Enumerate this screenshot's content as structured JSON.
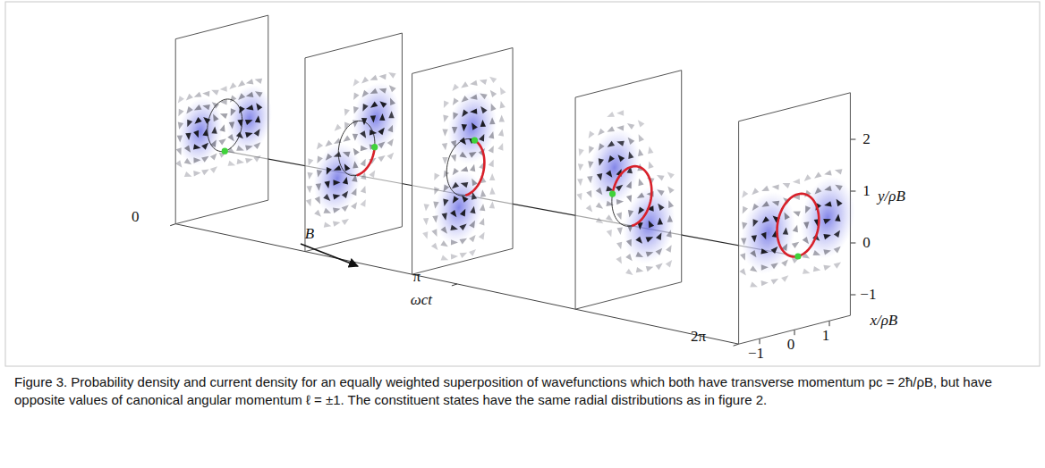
{
  "diagram": {
    "caption": "Figure 3. Probability density and current density for an equally weighted superposition of wavefunctions which both have transverse momentum pc = 2ħ/ρB, but have opposite values of canonical angular momentum ℓ = ±1. The constituent states have the same radial distributions as in figure 2.",
    "labels": [
      "2",
      "1",
      "0",
      "−1",
      "0",
      "π",
      "ωct",
      "2π",
      "−1",
      "0",
      "1",
      "x/ρB",
      "y/ρB",
      "B"
    ]
  }
}
